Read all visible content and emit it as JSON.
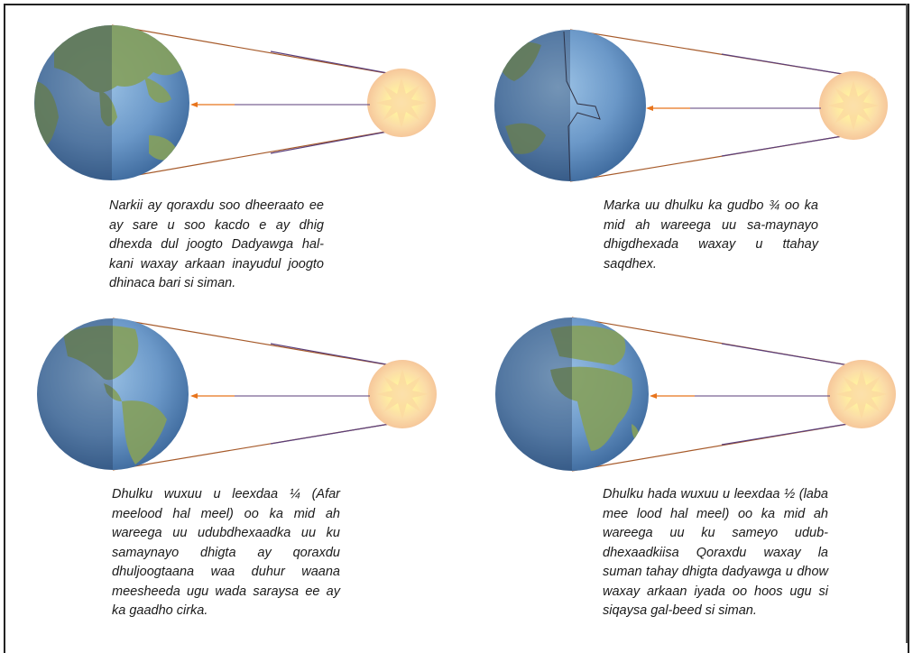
{
  "colors": {
    "earth_ocean": "#5f8fc2",
    "earth_land": "#7f9a5a",
    "shadow": "rgba(30,50,80,0.32)",
    "sun_glow": "#f9d3a7",
    "sun_core": "#fff3b0",
    "arrow_orange": "#e8741c",
    "ray_purple": "#5a3e7a",
    "ray_brown": "#a65a2a"
  },
  "panels": [
    {
      "id": "p1",
      "view": "asia",
      "caption": "Narkii ay qoraxdu soo dheeraato ee ay sare u soo kacdo e ay dhig dhexda dul joogto Dadyawga hal-kani waxay arkaan inayudul joogto dhinaca bari si siman."
    },
    {
      "id": "p2",
      "view": "pacific",
      "caption": "Marka uu dhulku ka gudbo ¾ oo ka mid ah wareega uu sa-maynayo dhigdhexada waxay u ttahay saqdhex."
    },
    {
      "id": "p3",
      "view": "americas",
      "caption": "Dhulku wuxuu u leexdaa ¼ (Afar meelood hal meel) oo ka mid ah wareega uu  udubdhexaadka uu ku samaynayo dhigta ay qoraxdu dhuljoogtaana waa duhur waana meesheeda ugu wada saraysa ee ay ka gaadho cirka."
    },
    {
      "id": "p4",
      "view": "africa",
      "caption": "Dhulku hada wuxuu u leexdaa ½ (laba mee lood hal meel) oo ka mid ah wareega uu ku sameyo udub-dhexaadkiisa      Qoraxdu waxay la suman tahay dhigta dadyawga u dhow waxay arkaan iyada oo hoos ugu si siqaysa gal-beed si siman."
    }
  ]
}
